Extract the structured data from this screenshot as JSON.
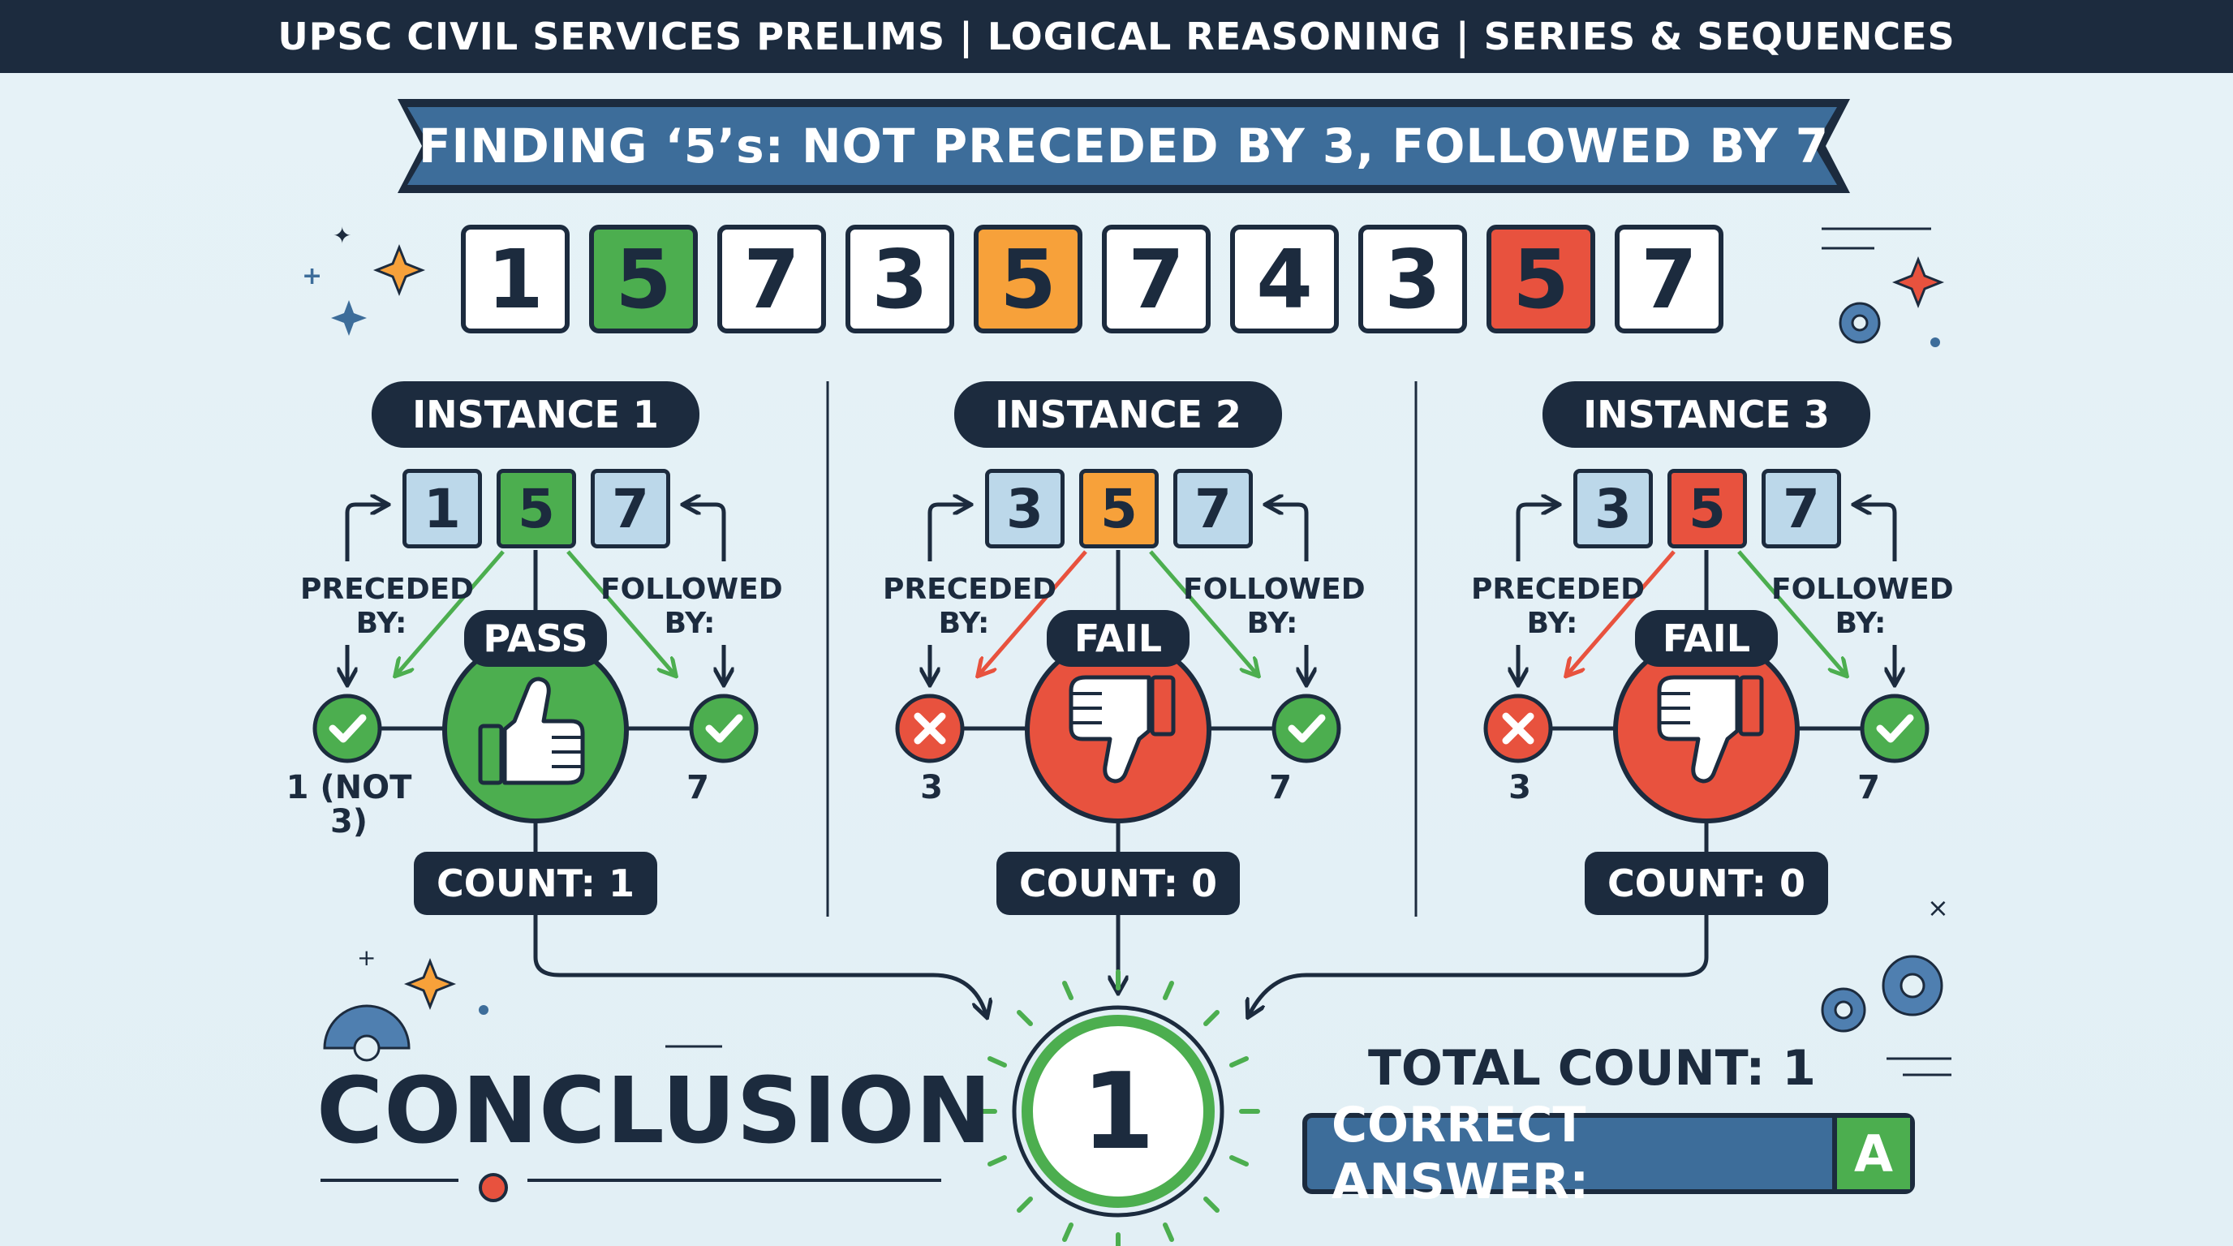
{
  "header": {
    "title": "UPSC CIVIL SERVICES PRELIMS | LOGICAL REASONING | SERIES & SEQUENCES"
  },
  "banner": {
    "title": "FINDING ‘5’s: NOT PRECEDED BY 3, FOLLOWED BY 7"
  },
  "sequence": [
    {
      "value": "1",
      "color": "#ffffff"
    },
    {
      "value": "5",
      "color": "#4cae4f"
    },
    {
      "value": "7",
      "color": "#ffffff"
    },
    {
      "value": "3",
      "color": "#ffffff"
    },
    {
      "value": "5",
      "color": "#f7a13a"
    },
    {
      "value": "7",
      "color": "#ffffff"
    },
    {
      "value": "4",
      "color": "#ffffff"
    },
    {
      "value": "3",
      "color": "#ffffff"
    },
    {
      "value": "5",
      "color": "#e8523e"
    },
    {
      "value": "7",
      "color": "#ffffff"
    }
  ],
  "labels": {
    "preceded": "PRECEDED\nBY:",
    "followed": "FOLLOWED\nBY:"
  },
  "instances": [
    {
      "title": "INSTANCE 1",
      "digits": [
        "1",
        "5",
        "7"
      ],
      "center_color": "#4cae4f",
      "status": "PASS",
      "pass": true,
      "prev_ok": true,
      "prev_text": "1 (NOT 3)",
      "next_ok": true,
      "next_text": "7",
      "count": "COUNT: 1"
    },
    {
      "title": "INSTANCE 2",
      "digits": [
        "3",
        "5",
        "7"
      ],
      "center_color": "#f7a13a",
      "status": "FAIL",
      "pass": false,
      "prev_ok": false,
      "prev_text": "3",
      "next_ok": true,
      "next_text": "7",
      "count": "COUNT: 0"
    },
    {
      "title": "INSTANCE 3",
      "digits": [
        "3",
        "5",
        "7"
      ],
      "center_color": "#e8523e",
      "status": "FAIL",
      "pass": false,
      "prev_ok": false,
      "prev_text": "3",
      "next_ok": true,
      "next_text": "7",
      "count": "COUNT: 0"
    }
  ],
  "conclusion": {
    "title": "CONCLUSION",
    "value": "1",
    "total": "TOTAL COUNT: 1",
    "answer_label": "CORRECT ANSWER:",
    "answer_value": "A"
  },
  "colors": {
    "navy": "#1c2b3e",
    "green": "#4cae4f",
    "orange": "#f7a13a",
    "red": "#e8523e",
    "light_blue": "#bcd8ea",
    "banner_blue": "#3d6d9a"
  },
  "icons": [
    "thumbs-up-icon",
    "thumbs-down-icon",
    "check-icon",
    "cross-icon",
    "gear-icon",
    "sparkle-icon"
  ]
}
